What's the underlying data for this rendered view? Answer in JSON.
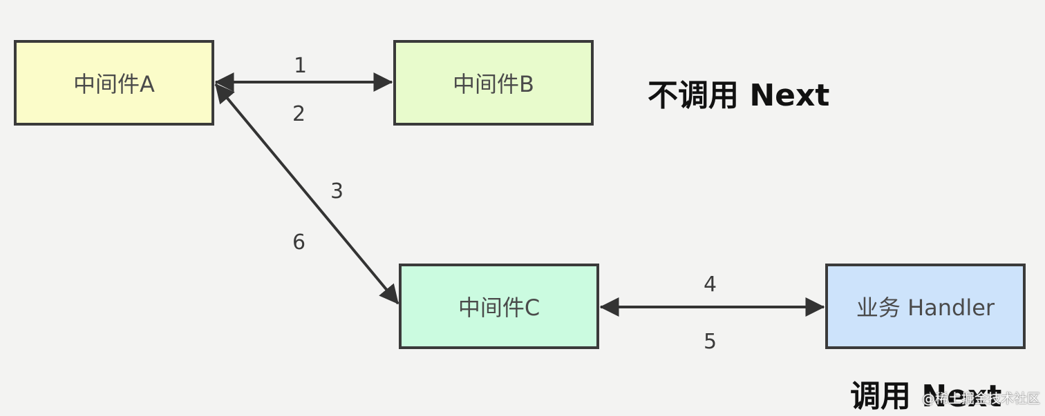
{
  "colors": {
    "node_a": "#fbfcc9",
    "node_b": "#e8fbcc",
    "node_c": "#cbfbe0",
    "node_handler": "#cde3fb",
    "edge": "#333333"
  },
  "nodes": {
    "a": "中间件A",
    "b": "中间件B",
    "c": "中间件C",
    "handler": "业务 Handler"
  },
  "edges": {
    "ab": {
      "forward": "1",
      "back": "2"
    },
    "ac": {
      "forward": "3",
      "back": "6"
    },
    "ch": {
      "forward": "4",
      "back": "5"
    }
  },
  "notes": {
    "no_next": "不调用  Next",
    "call_next": "调用  Next"
  },
  "watermark": "@稀土掘金技术社区"
}
